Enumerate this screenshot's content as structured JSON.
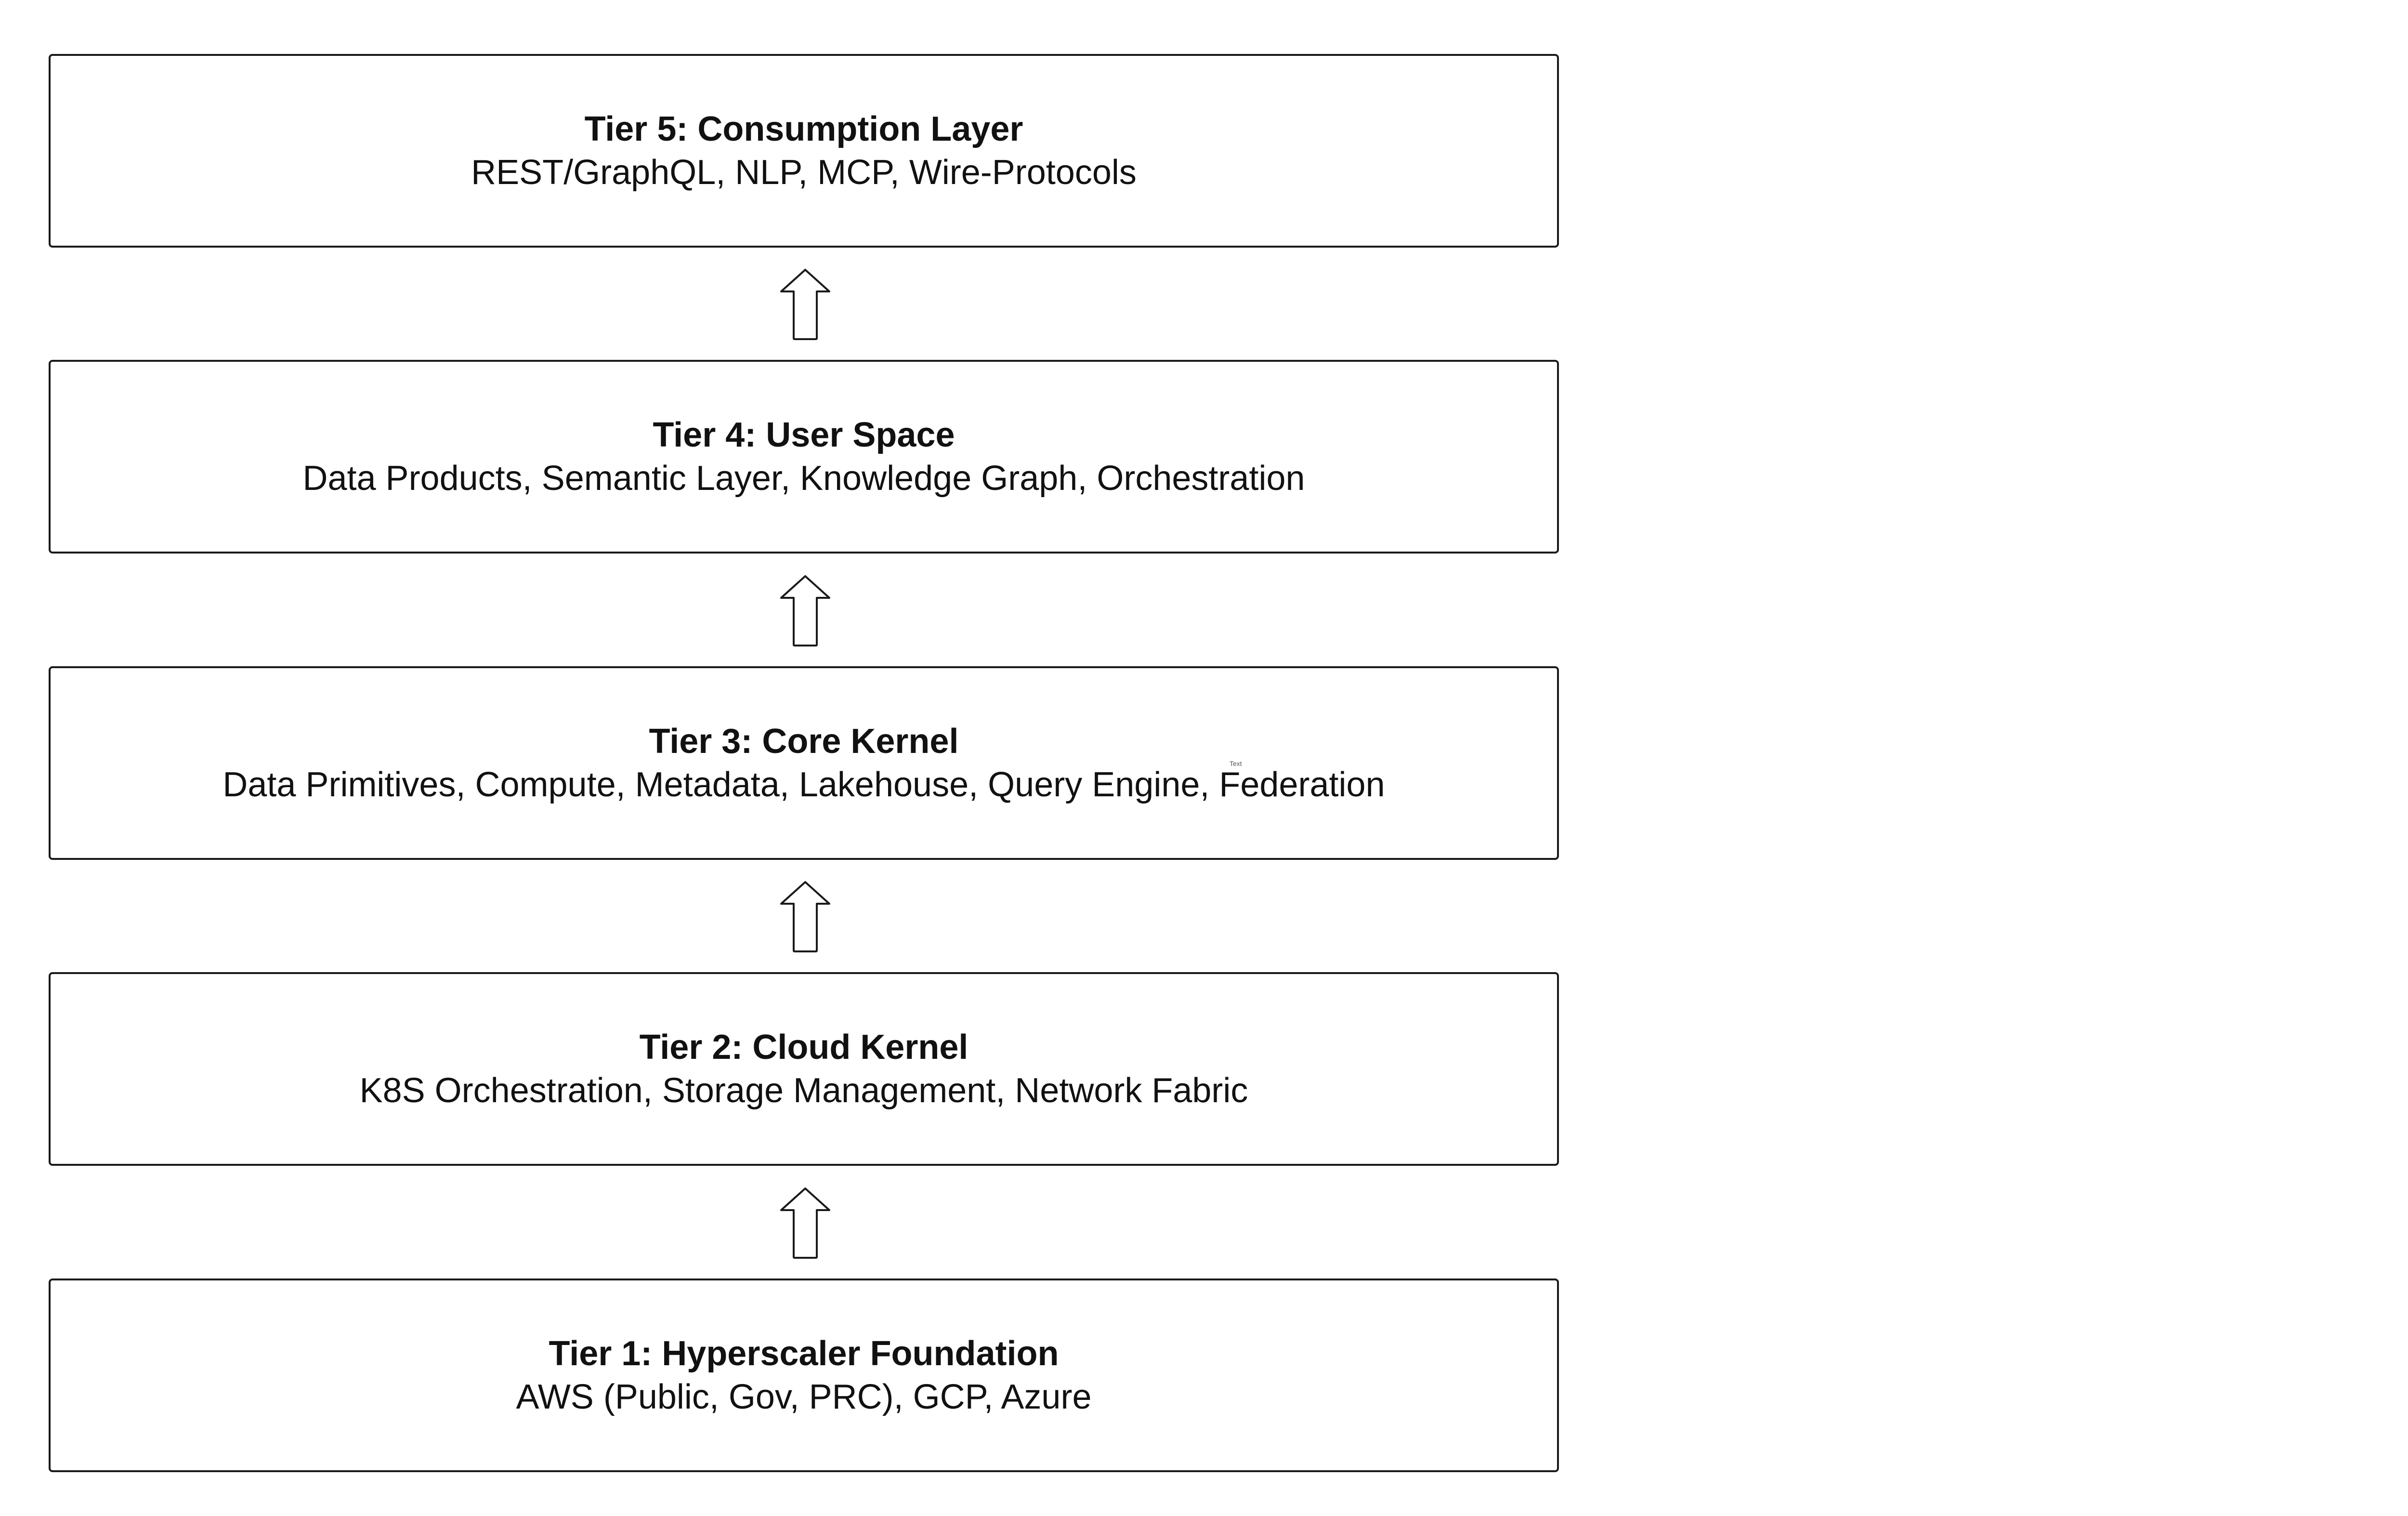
{
  "diagram": {
    "tiers": [
      {
        "title": "Tier 5: Consumption Layer",
        "description": "REST/GraphQL, NLP, MCP, Wire-Protocols"
      },
      {
        "title": "Tier 4: User Space",
        "description": "Data Products, Semantic Layer, Knowledge Graph, Orchestration"
      },
      {
        "title": "Tier 3: Core Kernel",
        "description": "Data Primitives, Compute, Metadata, Lakehouse, Query Engine, Federation"
      },
      {
        "title": "Tier 2: Cloud Kernel",
        "description": "K8S Orchestration, Storage Management, Network Fabric"
      },
      {
        "title": "Tier 1: Hyperscaler Foundation",
        "description": "AWS (Public, Gov, PRC), GCP, Azure"
      }
    ],
    "stray_label": "Text",
    "colors": {
      "border": "#1a1a1a",
      "text": "#111111",
      "background": "#ffffff"
    }
  }
}
